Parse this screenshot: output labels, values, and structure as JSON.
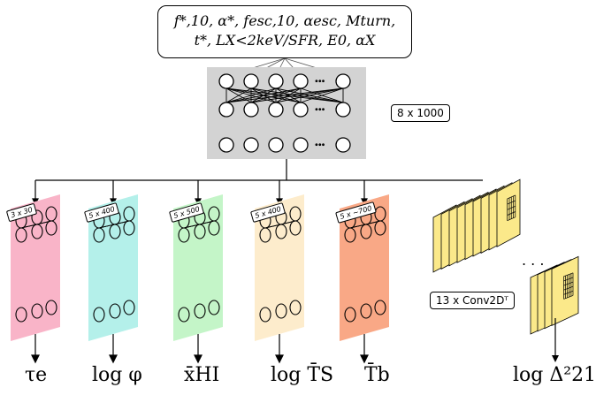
{
  "params": {
    "line1": "f*,10, α*, fesc,10, αesc, Mturn,",
    "line2": "t*, LX<2keV/SFR, E0, αX"
  },
  "main_network_tag": "8 x 1000",
  "conv_tag": "13 x Conv2Dᵀ",
  "branches": [
    {
      "size": "3 x 30",
      "color": "#f9b4c8",
      "output": "τe"
    },
    {
      "size": "5 x 400",
      "color": "#b4f0ea",
      "output": "log φ"
    },
    {
      "size": "5 x 500",
      "color": "#c4f5c8",
      "output": "x̄HI"
    },
    {
      "size": "5 x 400",
      "color": "#fdeccc",
      "output": "log T̄S"
    },
    {
      "size": "5 x ~700",
      "color": "#f9a886",
      "output": "T̄b"
    }
  ],
  "conv_output": "log Δ²21",
  "colors": {
    "main_box": "#d3d3d3",
    "conv_fill": "#fbe98a"
  }
}
